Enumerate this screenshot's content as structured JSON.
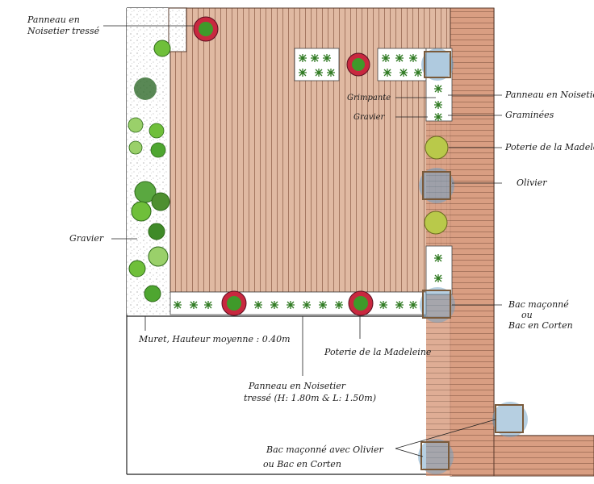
{
  "labels": {
    "panneau_top_left_line1": "Panneau en",
    "panneau_top_left_line2": "Noisetier tressé",
    "gravier_left": "Gravier",
    "panneau_right": "Panneau en Noisetier",
    "grimpante": "Grimpante",
    "gravier_right": "Gravier",
    "graminees": "Graminées",
    "poterie_right": "Poterie de la Madeleine",
    "olivier": "Olivier",
    "bac_line1": "Bac maçonné",
    "bac_line2": "ou",
    "bac_line3": "Bac en Corten",
    "muret": "Muret, Hauteur moyenne : 0.40m",
    "poterie_bottom": "Poterie de la Madeleine",
    "panneau_bottom_line1": "Panneau en Noisetier",
    "panneau_bottom_line2": "tressé (H: 1.80m & L: 1.50m)",
    "bac_olivier_line1": "Bac maçonné avec Olivier",
    "bac_olivier_line2": "ou Bac en Corten"
  },
  "colors": {
    "deck_main": "#e0b9a2",
    "deck_side": "#d99e82",
    "plank_line": "#8a5b45",
    "pot_red": "#c8283f",
    "shrub_green": "#3f9a2a",
    "planter_box": "#7a5a3a",
    "olive_blue": "#6e9fc4",
    "gravel": "#777777"
  }
}
